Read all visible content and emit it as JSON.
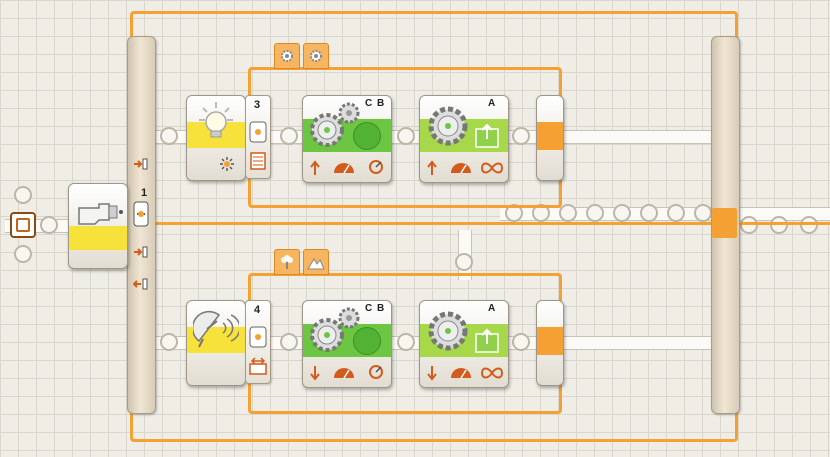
{
  "switch": {
    "plug_number": "1"
  },
  "top_branch": {
    "sensor_port": "3",
    "motor1_ports": "C B",
    "motor2_port": "A",
    "tab_icons": [
      "gear-icon",
      "gear-icon"
    ]
  },
  "bottom_branch": {
    "sensor_port": "4",
    "motor1_ports": "C B",
    "motor2_port": "A",
    "tab_icons": [
      "flower-icon",
      "mountain-icon"
    ]
  },
  "colors": {
    "accent": "#f5a032",
    "sensor_yellow": "#f7e23c",
    "motor_green": "#6cc641",
    "motor_lightgreen": "#a6d84a"
  }
}
